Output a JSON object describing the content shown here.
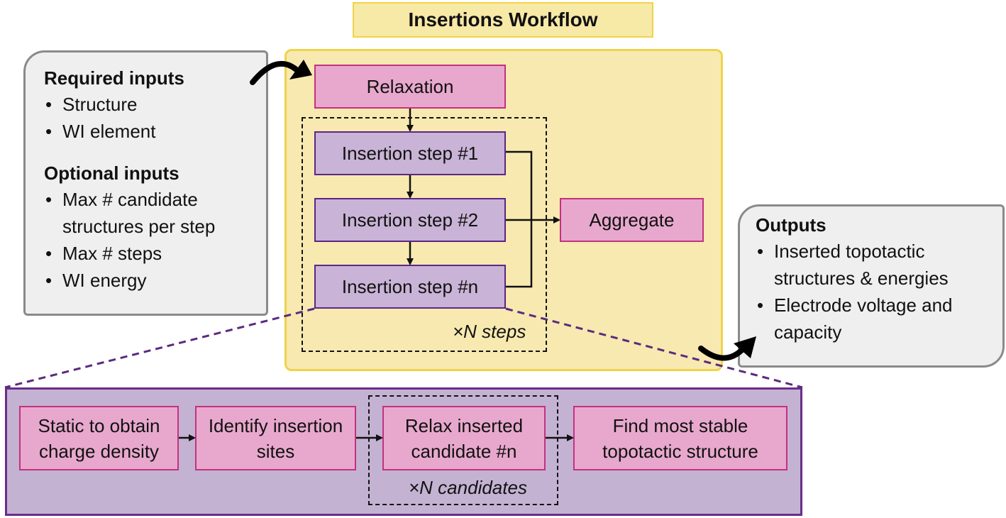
{
  "title": "Insertions Workflow",
  "required_inputs": {
    "heading": "Required inputs",
    "items": [
      "Structure",
      "WI element"
    ]
  },
  "optional_inputs": {
    "heading": "Optional inputs",
    "items": [
      "Max # candidate structures per step",
      "Max # steps",
      "WI energy"
    ]
  },
  "workflow": {
    "relaxation": "Relaxation",
    "steps": [
      "Insertion step #1",
      "Insertion step #2",
      "Insertion step #n"
    ],
    "aggregate": "Aggregate",
    "loop_label": "×N steps"
  },
  "outputs": {
    "heading": "Outputs",
    "items": [
      "Inserted topotactic structures & energies",
      "Electrode voltage and capacity"
    ]
  },
  "detail": {
    "static": "Static to obtain charge density",
    "identify": "Identify insertion sites",
    "relax": "Relax inserted candidate #n",
    "find": "Find most stable topotactic structure",
    "loop_label": "×N candidates"
  },
  "colors": {
    "workflow_bg": "#f7e9b0",
    "workflow_border": "#f0d34a",
    "pink_box": "#e8a8cd",
    "pink_border": "#c4317f",
    "purple_box": "#c9b3d6",
    "purple_border": "#5e2586",
    "detail_bg": "#c4b2d3",
    "detail_border": "#6a2d8a",
    "gray_panel": "#efefef",
    "gray_border": "#8a8a8a"
  }
}
